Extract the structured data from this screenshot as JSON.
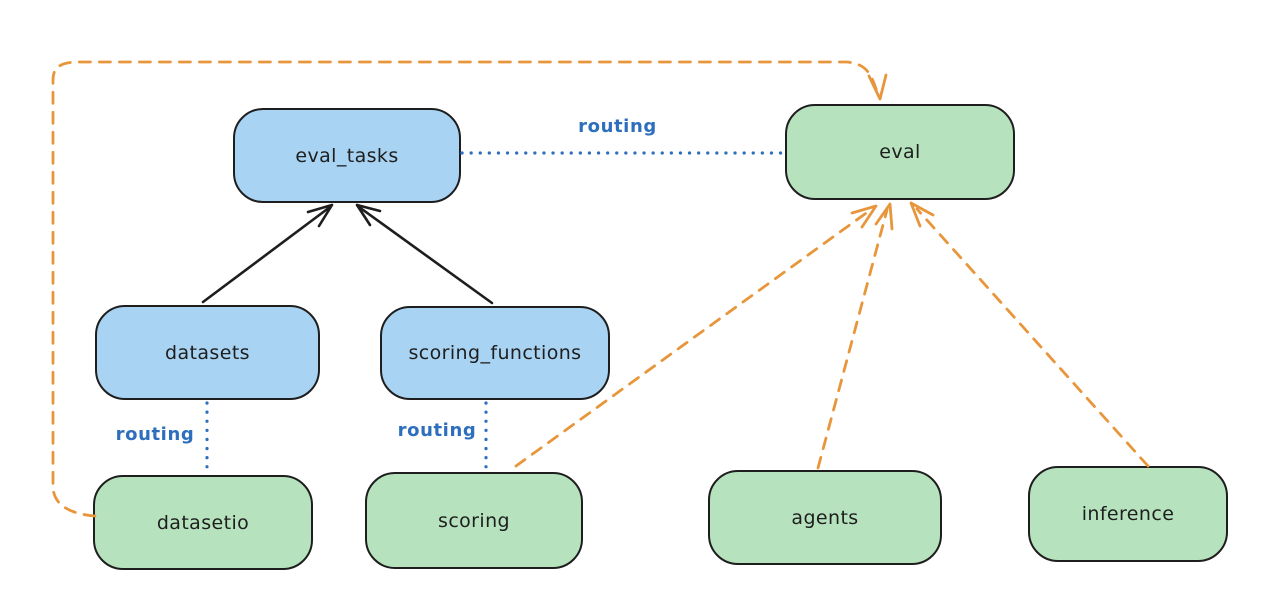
{
  "diagram": {
    "nodes": [
      {
        "label": "eval_tasks",
        "kind": "registry"
      },
      {
        "label": "eval",
        "kind": "api"
      },
      {
        "label": "datasets",
        "kind": "registry"
      },
      {
        "label": "scoring_functions",
        "kind": "registry"
      },
      {
        "label": "datasetio",
        "kind": "api"
      },
      {
        "label": "scoring",
        "kind": "api"
      },
      {
        "label": "agents",
        "kind": "api"
      },
      {
        "label": "inference",
        "kind": "api"
      }
    ],
    "edges": {
      "eval_tasks_eval": {
        "label": "routing",
        "style": "blue-dotted"
      },
      "datasets_datasetio": {
        "label": "routing",
        "style": "blue-dotted"
      },
      "scoring_functions_scoring": {
        "label": "routing",
        "style": "blue-dotted"
      },
      "datasets_eval_tasks": {
        "style": "black-solid-arrow"
      },
      "scoring_functions_eval_tasks": {
        "style": "black-solid-arrow"
      },
      "datasetio_eval_loop": {
        "style": "orange-dashed-arrow"
      },
      "scoring_eval": {
        "style": "orange-dashed-arrow"
      },
      "agents_eval": {
        "style": "orange-dashed-arrow"
      },
      "inference_eval": {
        "style": "orange-dashed-arrow"
      }
    },
    "colors": {
      "node_blue_fill": "#a8d3f2",
      "node_green_fill": "#b6e3bd",
      "node_stroke": "#1e1e1e",
      "text": "#1e1e1e",
      "routing_blue": "#2e6fbd",
      "arrow_black": "#1e1e1e",
      "arrow_orange": "#e8963c"
    }
  }
}
